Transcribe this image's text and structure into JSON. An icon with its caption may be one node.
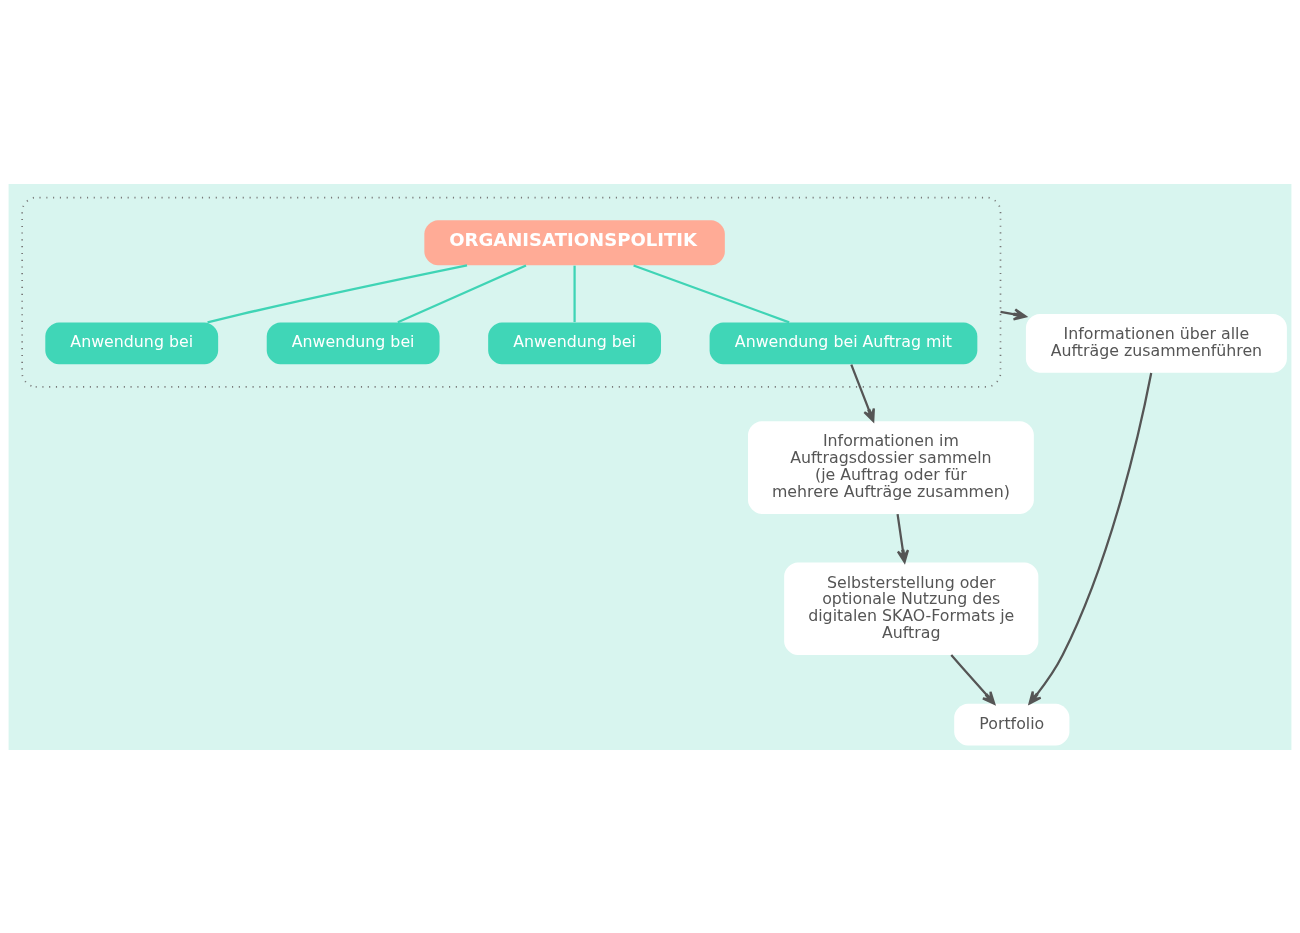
{
  "diagram": {
    "nodes": [
      {
        "text": [],
        "shape": "box"
      },
      {
        "text": [
          "ORGANISATIONSPOLITIK"
        ],
        "in": 0
      },
      {
        "text": [
          "Anwendung bei"
        ],
        "in": 0
      },
      {
        "text": [
          "Anwendung bei"
        ],
        "in": 0
      },
      {
        "text": [
          "Anwendung bei"
        ],
        "in": 0
      },
      {
        "text": [
          "Anwendung bei Auftrag mit"
        ],
        "in": 0
      },
      {
        "text": [
          "Informationen über alle Aufträge zusammenführen"
        ]
      },
      {
        "text": [
          "Portfolio"
        ]
      },
      {
        "text": [
          "Informationen im Auftragsdossier sammeln (je Auftrag oder für mehrere Aufträge zusammen)"
        ]
      },
      {
        "text": [
          "Selbsterstellung oder optionale Nutzung des digitalen SKAO-Formats je Auftrag"
        ]
      }
    ],
    "edges": [
      {
        "from": 1,
        "to": 2,
        "arrow": "none",
        "color": "#3fd4b5"
      },
      {
        "from": 1,
        "to": 3,
        "arrow": "none",
        "color": "#3fd4b5"
      },
      {
        "from": 1,
        "to": 4,
        "arrow": "none",
        "color": "#3fd4b5"
      },
      {
        "from": 1,
        "to": 5,
        "arrow": "none",
        "color": "#3fd4b5"
      },
      {
        "from": 0,
        "to": 6,
        "arrow": "to"
      },
      {
        "from": 6,
        "to": 7,
        "arrow": "to"
      },
      {
        "from": 5,
        "to": 8,
        "arrow": "to"
      },
      {
        "from": 8,
        "to": 9,
        "arrow": "to"
      },
      {
        "from": 9,
        "to": 7,
        "arrow": "to"
      }
    ]
  }
}
